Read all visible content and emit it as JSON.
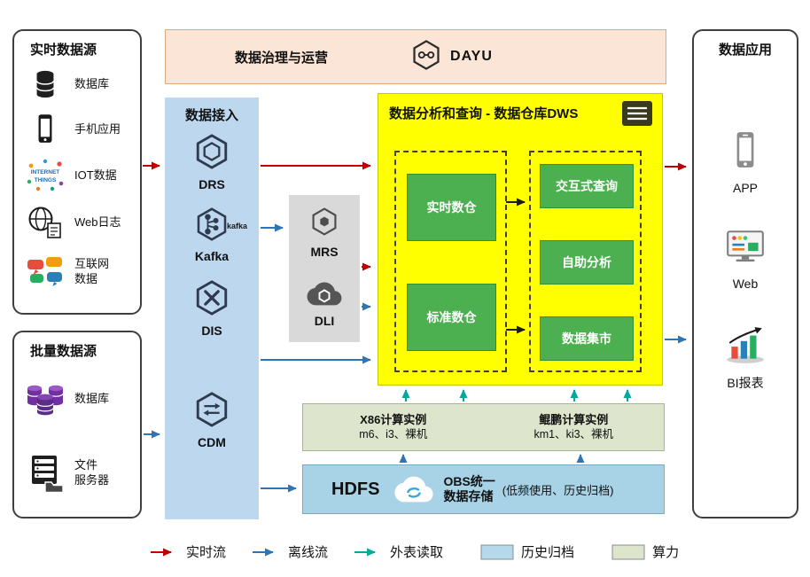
{
  "colors": {
    "realtime_flow": "#c00000",
    "offline_flow": "#2e75b6",
    "external_read": "#00a99d",
    "history_archive_fill": "#b5d8ea",
    "compute_fill": "#dde5cc",
    "governance_bg": "#fbe5d6",
    "ingestion_bg": "#bdd7ee",
    "processing_bg": "#d9d9d9",
    "warehouse_bg": "#ffff00",
    "module_green": "#4caf50",
    "storage_bg": "#a8d2e6",
    "arrow_black": "#1a1a1a"
  },
  "realtime": {
    "title": "实时数据源",
    "iot_text1": "INTERNET",
    "iot_text2": "THINGS",
    "items": [
      {
        "icon": "database-icon",
        "lines": [
          "数据库"
        ]
      },
      {
        "icon": "mobile-app-icon",
        "lines": [
          "手机应用"
        ]
      },
      {
        "icon": "iot-icon",
        "lines": [
          "IOT数据"
        ]
      },
      {
        "icon": "web-log-icon",
        "lines": [
          "Web日志"
        ]
      },
      {
        "icon": "internet-data-icon",
        "lines": [
          "互联网",
          "数据"
        ]
      }
    ]
  },
  "batch": {
    "title": "批量数据源",
    "items": [
      {
        "icon": "database-cluster-icon",
        "lines": [
          "数据库"
        ]
      },
      {
        "icon": "file-server-icon",
        "lines": [
          "文件",
          "服务器"
        ]
      }
    ]
  },
  "governance": {
    "title": "数据治理与运营",
    "product": "DAYU"
  },
  "ingestion": {
    "title": "数据接入",
    "kafka_logo": "kafka",
    "services": [
      {
        "name": "DRS"
      },
      {
        "name": "Kafka"
      },
      {
        "name": "DIS"
      },
      {
        "name": "CDM"
      }
    ]
  },
  "processing": {
    "services": [
      {
        "name": "MRS"
      },
      {
        "name": "DLI"
      }
    ]
  },
  "dws": {
    "title": "数据分析和查询 - 数据仓库DWS",
    "left_modules": [
      {
        "label": "实时数仓"
      },
      {
        "label": "标准数仓"
      }
    ],
    "right_modules": [
      {
        "label": "交互式查询"
      },
      {
        "label": "自助分析"
      },
      {
        "label": "数据集市"
      }
    ]
  },
  "compute": {
    "x86": {
      "title": "X86计算实例",
      "subtitle": "m6、i3、裸机"
    },
    "kunpeng": {
      "title": "鲲鹏计算实例",
      "subtitle": "km1、ki3、裸机"
    }
  },
  "storage": {
    "hdfs": "HDFS",
    "obs_lines": [
      "OBS统一",
      "数据存储"
    ],
    "note": "(低频使用、历史归档)"
  },
  "apps": {
    "title": "数据应用",
    "items": [
      {
        "icon": "app-icon",
        "label": "APP"
      },
      {
        "icon": "web-icon",
        "label": "Web"
      },
      {
        "icon": "bi-report-icon",
        "label": "BI报表"
      }
    ]
  },
  "legend": {
    "realtime": "实时流",
    "offline": "离线流",
    "external": "外表读取",
    "archive": "历史归档",
    "compute": "算力"
  }
}
